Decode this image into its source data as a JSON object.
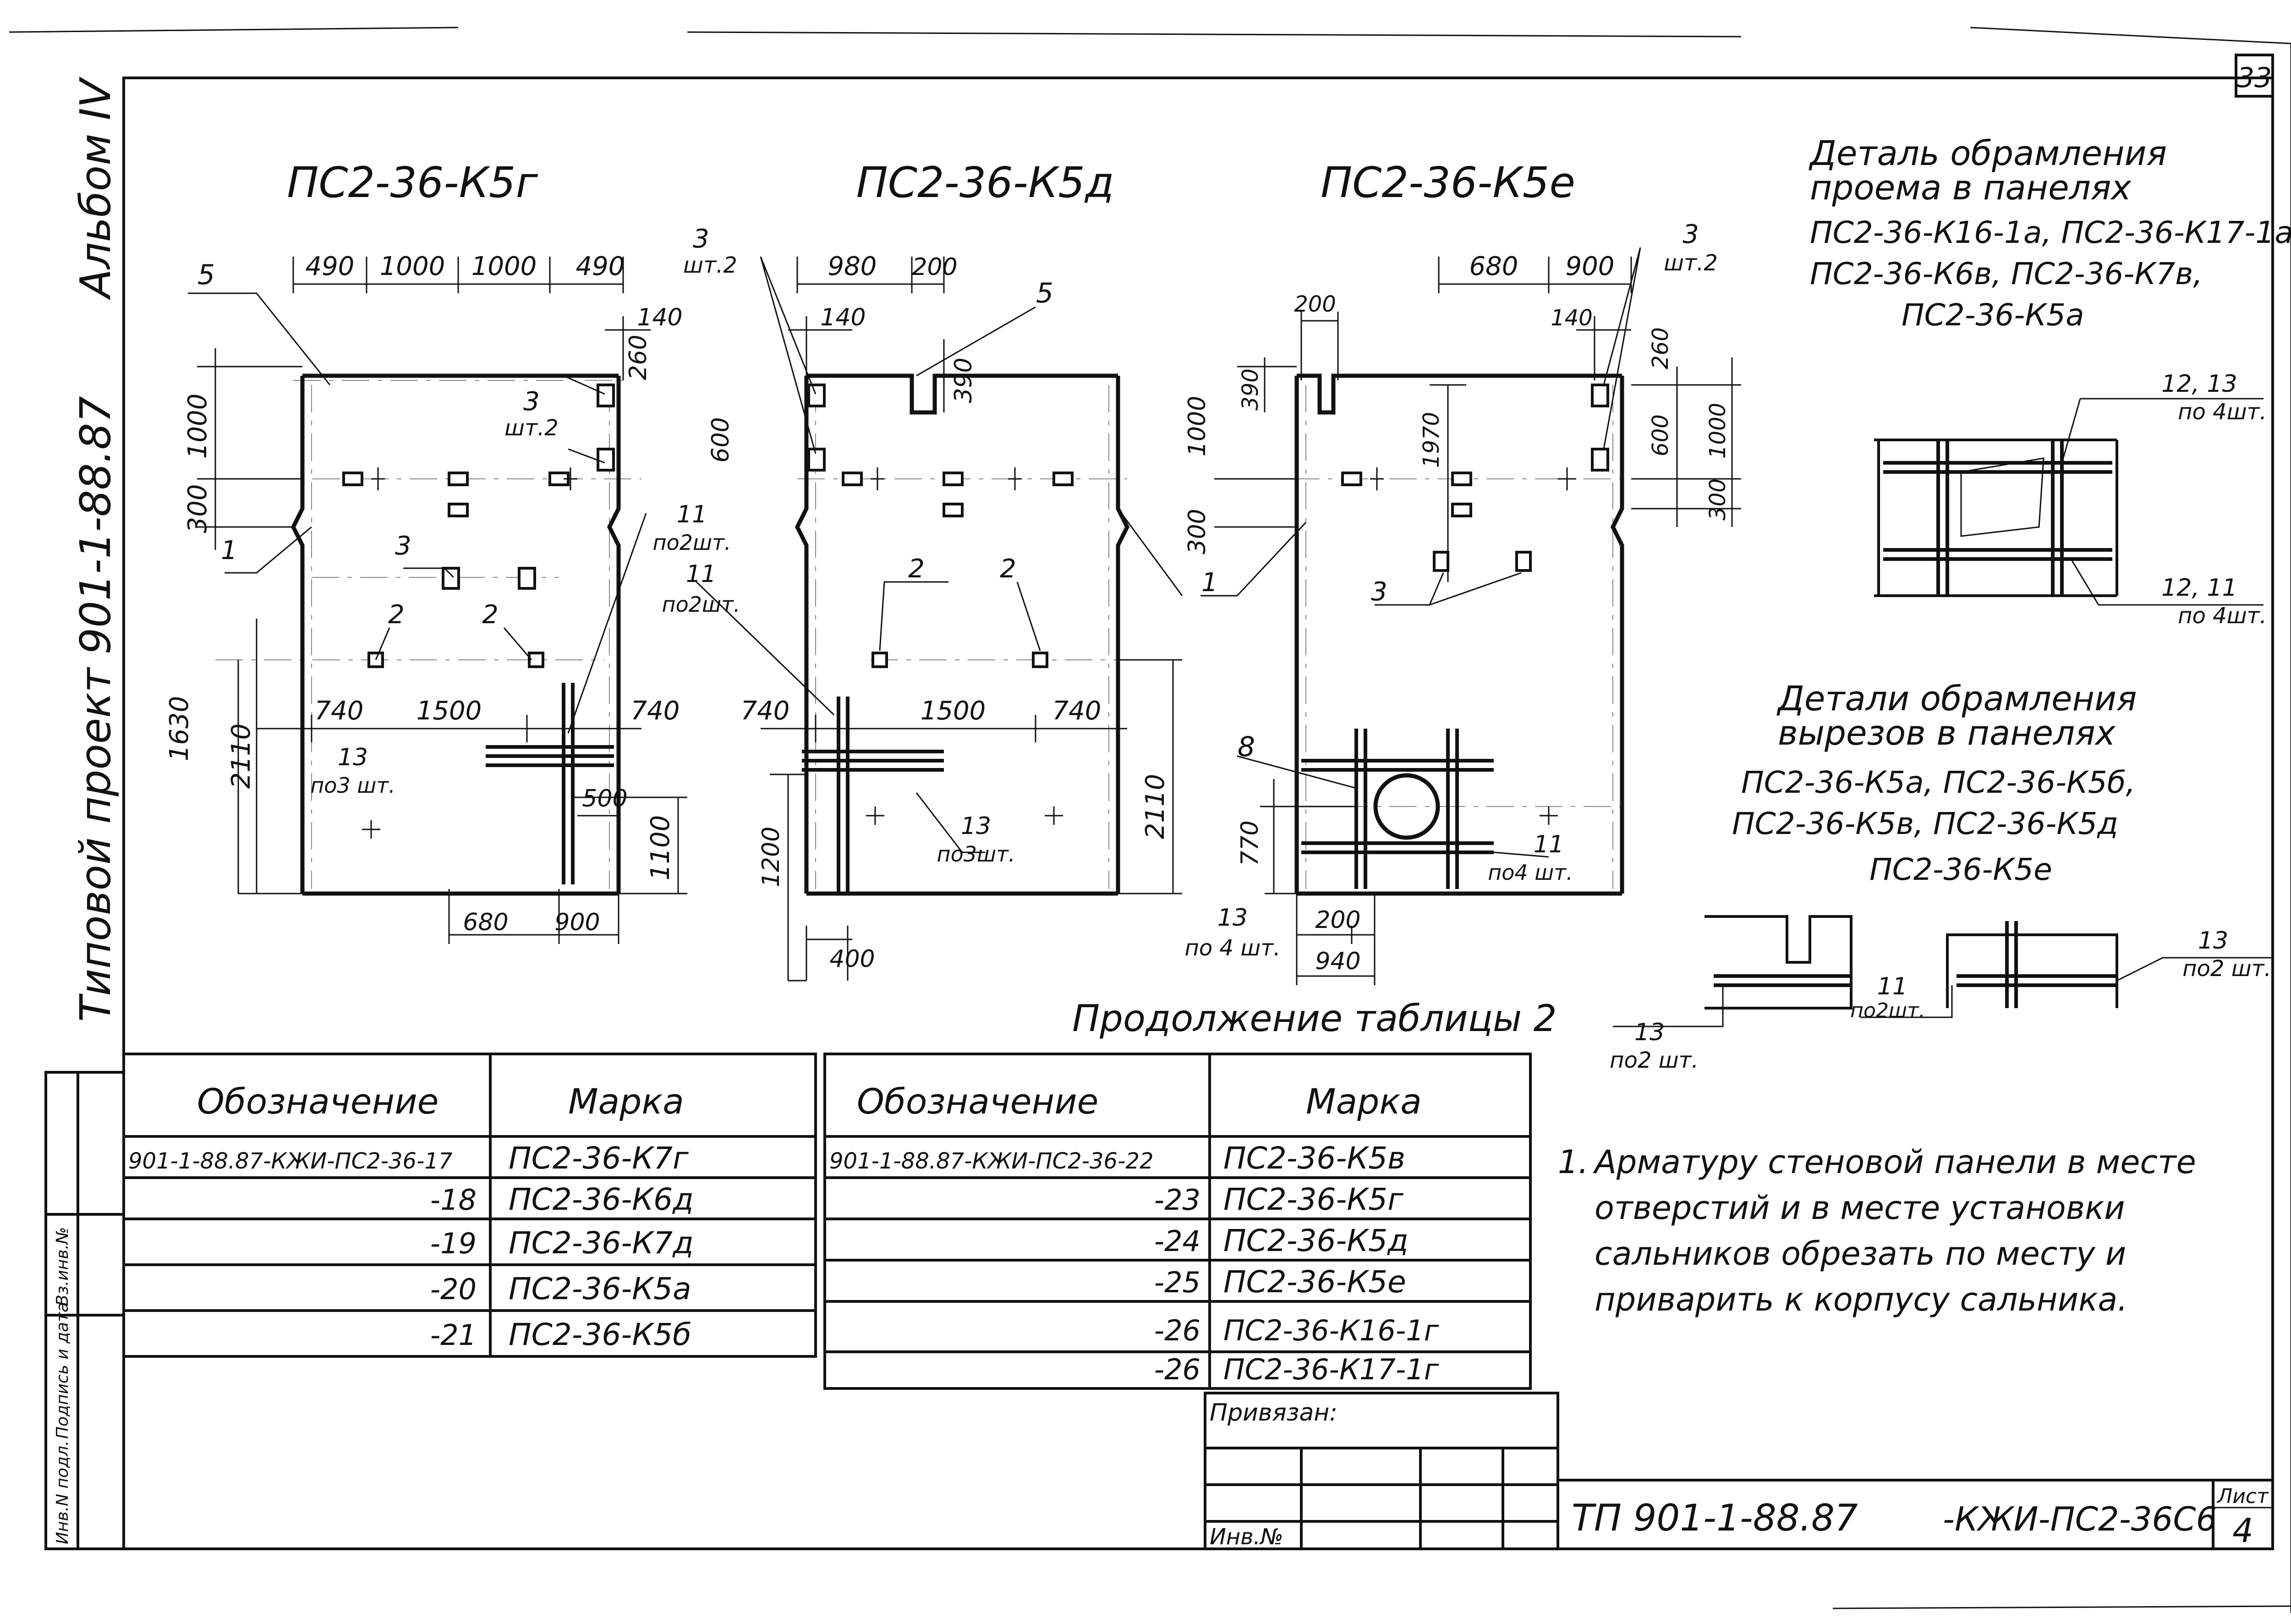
{
  "sheet": {
    "page_number": "33",
    "album": "Альбом IV",
    "project": "Типовой проект 901-1-88.87",
    "stamp_labels": [
      "Инв.N подл.",
      "Подпись и дата",
      "Вз.инв.№"
    ]
  },
  "panels": [
    {
      "title": "ПС2-36-К5г",
      "dims": [
        "490",
        "1000",
        "1000",
        "490",
        "140",
        "260",
        "1000",
        "300",
        "1630",
        "2110",
        "740",
        "1500",
        "740",
        "500",
        "1100",
        "680",
        "900"
      ],
      "callouts": [
        "5",
        "3",
        "шт.2",
        "3",
        "2",
        "2",
        "1",
        "11",
        "по2шт.",
        "13",
        "по3 шт."
      ]
    },
    {
      "title": "ПС2-36-К5д",
      "dims": [
        "980",
        "200",
        "140",
        "390",
        "600",
        "740",
        "1500",
        "740",
        "1200",
        "400",
        "2110"
      ],
      "callouts": [
        "3",
        "шт.2",
        "5",
        "2",
        "2",
        "11",
        "по2шт.",
        "13",
        "по3шт."
      ]
    },
    {
      "title": "ПС2-36-К5е",
      "dims": [
        "680",
        "900",
        "200",
        "140",
        "260",
        "390",
        "1000",
        "1970",
        "600",
        "1000",
        "300",
        "300",
        "770",
        "200",
        "940"
      ],
      "callouts": [
        "3",
        "шт.2",
        "1",
        "3",
        "8",
        "11",
        "по4 шт.",
        "13",
        "по 4 шт."
      ]
    }
  ],
  "detail1": {
    "title_lines": [
      "Деталь обрамления",
      "проема в панелях",
      "ПС2-36-К16-1а, ПС2-36-К17-1а,",
      "ПС2-36-К6в, ПС2-36-К7в,",
      "ПС2-36-К5а"
    ],
    "callouts": [
      "12, 13",
      "по 4шт.",
      "12, 11",
      "по 4шт."
    ]
  },
  "detail2": {
    "title_lines": [
      "Детали обрамления",
      "вырезов в панелях",
      "ПС2-36-К5а, ПС2-36-К5б,",
      "ПС2-36-К5в, ПС2-36-К5д",
      "ПС2-36-К5е"
    ],
    "callouts": [
      "13",
      "по2 шт.",
      "11",
      "по2шт.",
      "13",
      "по2 шт."
    ]
  },
  "table": {
    "caption": "Продолжение таблицы 2",
    "headers": [
      "Обозначение",
      "Марка"
    ],
    "left": [
      [
        "901-1-88.87-КЖИ-ПС2-36-17",
        "ПС2-36-К7г"
      ],
      [
        "-18",
        "ПС2-36-К6д"
      ],
      [
        "-19",
        "ПС2-36-К7д"
      ],
      [
        "-20",
        "ПС2-36-К5а"
      ],
      [
        "-21",
        "ПС2-36-К5б"
      ]
    ],
    "right": [
      [
        "901-1-88.87-КЖИ-ПС2-36-22",
        "ПС2-36-К5в"
      ],
      [
        "-23",
        "ПС2-36-К5г"
      ],
      [
        "-24",
        "ПС2-36-К5д"
      ],
      [
        "-25",
        "ПС2-36-К5е"
      ],
      [
        "-26",
        "ПС2-36-К16-1г"
      ],
      [
        "-26",
        "ПС2-36-К17-1г"
      ]
    ]
  },
  "note": {
    "number": "1.",
    "lines": [
      "Арматуру стеновой панели в месте",
      "отверстий и в месте установки",
      "сальников обрезать по месту и",
      "приварить к корпусу сальника."
    ]
  },
  "title_block": {
    "privyazan": "Привязан:",
    "inv": "Инв.№",
    "code": "ТП 901-1-88.87",
    "code_suffix": "-КЖИ-ПС2-36С6",
    "list_label": "Лист",
    "list_number": "4"
  }
}
